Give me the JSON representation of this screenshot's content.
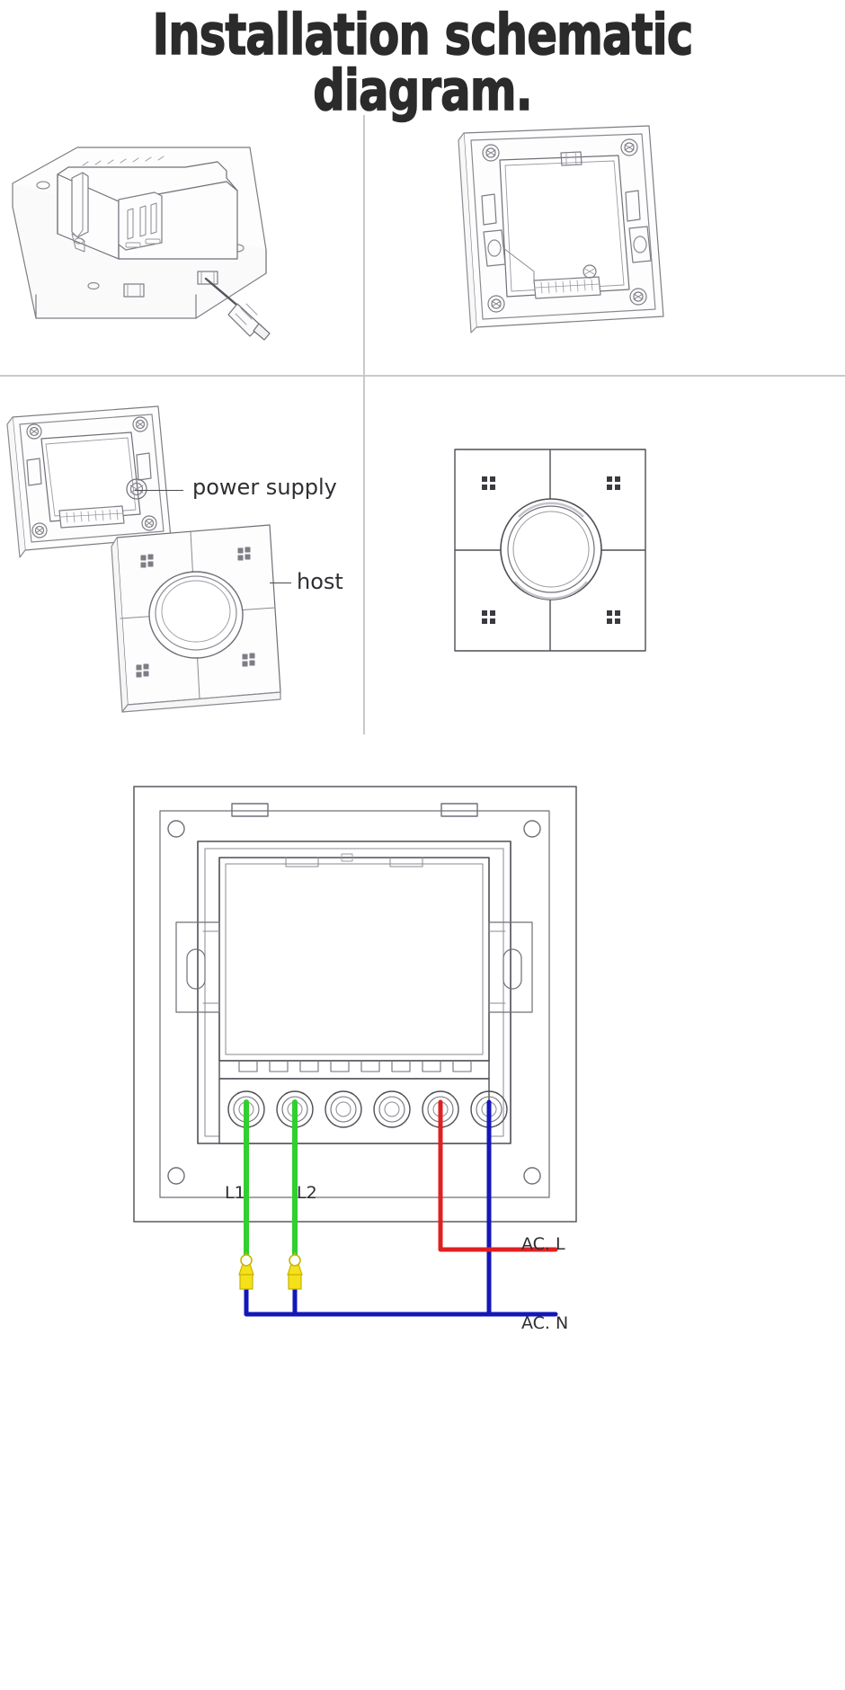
{
  "title": {
    "line1": "Installation schematic",
    "line2": "diagram."
  },
  "colors": {
    "ink": "#3a3a40",
    "line_light": "#8c8c94",
    "divider": "#c9c9c9",
    "wire_green": "#2fd02f",
    "wire_green_dark": "#12a012",
    "wire_red": "#e02020",
    "wire_blue": "#1417b8",
    "lug_yellow": "#f5e11a",
    "title_ink": "#2b2b2b"
  },
  "panels": {
    "top_left": {
      "name": "module-mounted-on-backplate-with-screwdriver",
      "caption": ""
    },
    "top_right": {
      "name": "mounting-frame-front-view",
      "caption": ""
    },
    "mid_left": {
      "name": "frame-and-host-exploded-view",
      "labels": {
        "power_supply": "power supply",
        "host": "host"
      }
    },
    "mid_right": {
      "name": "assembled-faceplate-front-view",
      "caption": ""
    }
  },
  "wiring": {
    "name": "terminal-wiring-diagram",
    "terminal_count": 6,
    "labels": {
      "l1": "L1",
      "l2": "L2",
      "ac_l": "AC. L",
      "ac_n": "AC. N"
    },
    "wires": [
      {
        "label": "L1",
        "color": "#2fd02f",
        "terminal": 1,
        "has_lug": true
      },
      {
        "label": "L2",
        "color": "#2fd02f",
        "terminal": 2,
        "has_lug": true
      },
      {
        "label": "AC. L",
        "color": "#e02020",
        "terminal": 5,
        "has_lug": false
      },
      {
        "label": "AC. N",
        "color": "#1417b8",
        "terminal": 6,
        "has_lug": false
      }
    ]
  }
}
